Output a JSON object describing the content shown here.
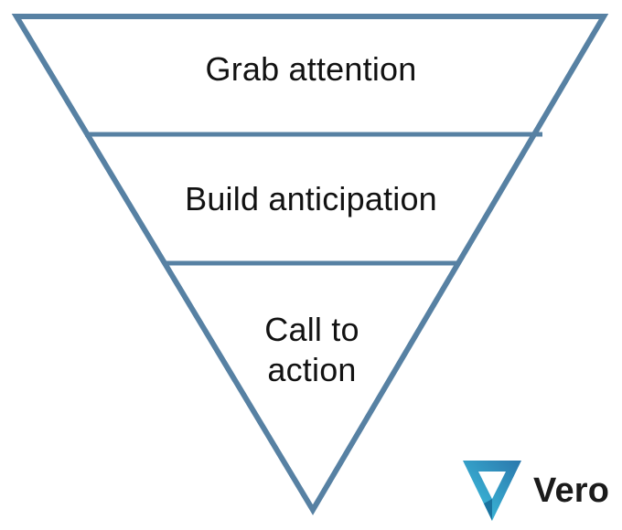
{
  "funnel": {
    "stroke_color": "#5781a3",
    "text_color": "#121212",
    "sections": [
      {
        "label": "Grab attention"
      },
      {
        "label": "Build anticipation"
      },
      {
        "label_line1": "Call to",
        "label_line2": "action"
      }
    ]
  },
  "logo": {
    "icon_name": "vero-triangle-icon",
    "wordmark": "Vero",
    "text_color": "#1b1b1b",
    "gradient_start": "#3ec6e2",
    "gradient_end": "#2b77ac",
    "facet_color": "#1b739f"
  }
}
